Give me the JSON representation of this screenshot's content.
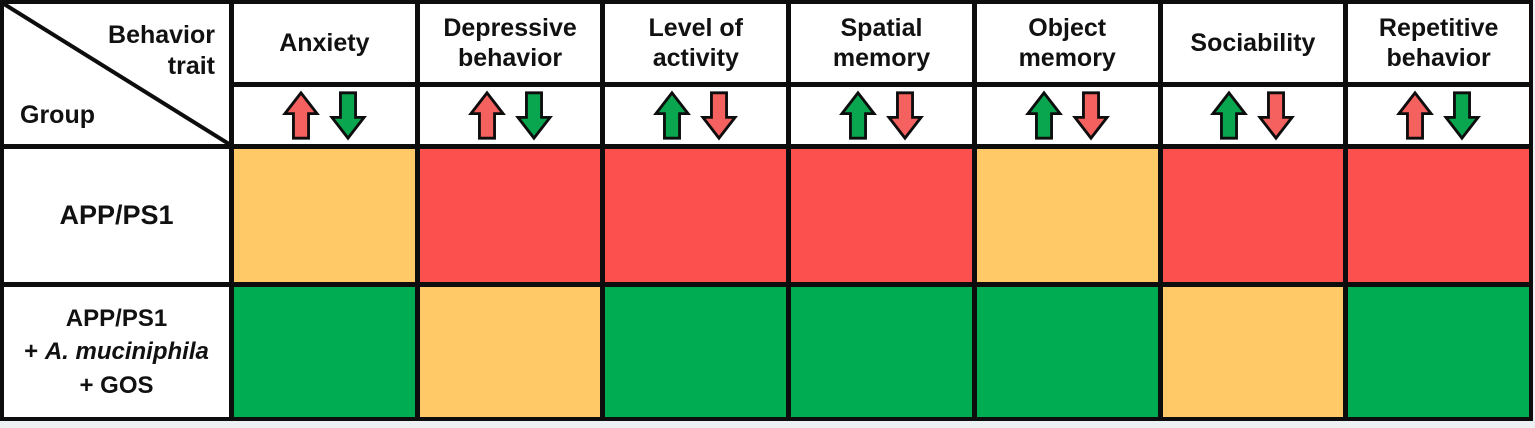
{
  "table": {
    "corner": {
      "behavior_trait_lines": [
        "Behavior",
        "trait"
      ],
      "group_label": "Group"
    },
    "columns": [
      {
        "label": "Anxiety",
        "up_color": "red",
        "down_color": "green"
      },
      {
        "label": "Depressive behavior",
        "up_color": "red",
        "down_color": "green"
      },
      {
        "label": "Level of activity",
        "up_color": "green",
        "down_color": "red"
      },
      {
        "label": "Spatial memory",
        "up_color": "green",
        "down_color": "red"
      },
      {
        "label": "Object memory",
        "up_color": "green",
        "down_color": "red"
      },
      {
        "label": "Sociability",
        "up_color": "green",
        "down_color": "red"
      },
      {
        "label": "Repetitive behavior",
        "up_color": "red",
        "down_color": "green"
      }
    ],
    "rows": [
      {
        "label_lines": [
          [
            {
              "text": "APP/PS1",
              "italic": false
            }
          ]
        ],
        "cells": [
          "yellow",
          "red",
          "red",
          "red",
          "yellow",
          "red",
          "red"
        ]
      },
      {
        "label_lines": [
          [
            {
              "text": "APP/PS1",
              "italic": false
            }
          ],
          [
            {
              "text": "+ ",
              "italic": false
            },
            {
              "text": "A. muciniphila",
              "italic": true
            }
          ],
          [
            {
              "text": "+ GOS",
              "italic": false
            }
          ]
        ],
        "cells": [
          "green",
          "yellow",
          "green",
          "green",
          "green",
          "yellow",
          "green"
        ]
      }
    ],
    "colors": {
      "red": "#FB504E",
      "yellow": "#FEC966",
      "green": "#00AC52",
      "arrow_red": "#F5615E",
      "arrow_green": "#0AA64F",
      "border_black": "#0d0d0d"
    }
  },
  "chart_data": {
    "type": "table",
    "row_axis_label": "Group",
    "column_axis_label": "Behavior trait",
    "columns": [
      "Anxiety",
      "Depressive behavior",
      "Level of activity",
      "Spatial memory",
      "Object memory",
      "Sociability",
      "Repetitive behavior"
    ],
    "column_arrow_legend": [
      {
        "up": "red",
        "down": "green"
      },
      {
        "up": "red",
        "down": "green"
      },
      {
        "up": "green",
        "down": "red"
      },
      {
        "up": "green",
        "down": "red"
      },
      {
        "up": "green",
        "down": "red"
      },
      {
        "up": "green",
        "down": "red"
      },
      {
        "up": "red",
        "down": "green"
      }
    ],
    "rows": [
      "APP/PS1",
      "APP/PS1 + A. muciniphila + GOS"
    ],
    "values": [
      [
        "yellow",
        "red",
        "red",
        "red",
        "yellow",
        "red",
        "red"
      ],
      [
        "green",
        "yellow",
        "green",
        "green",
        "green",
        "yellow",
        "green"
      ]
    ]
  }
}
